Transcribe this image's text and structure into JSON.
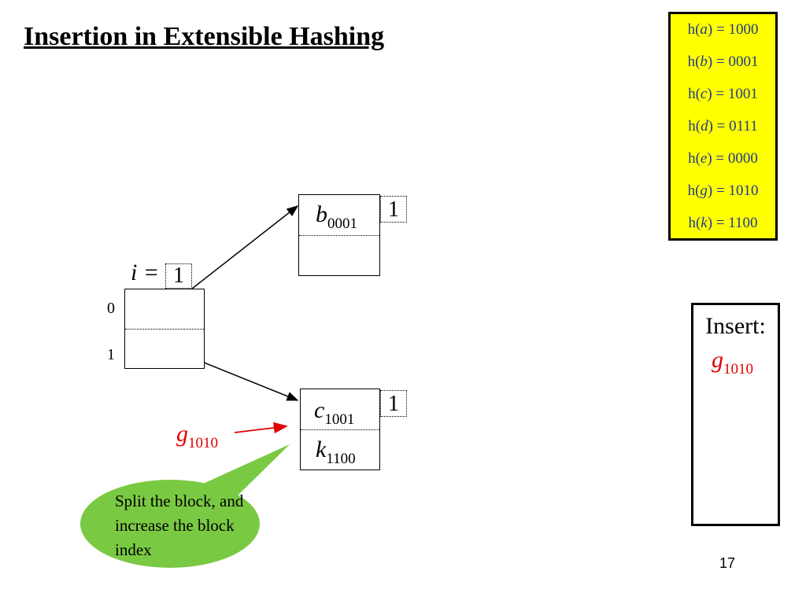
{
  "title": "Insertion in Extensible Hashing",
  "hash_values": [
    {
      "key": "a",
      "value": "1000"
    },
    {
      "key": "b",
      "value": "0001"
    },
    {
      "key": "c",
      "value": "1001"
    },
    {
      "key": "d",
      "value": "0111"
    },
    {
      "key": "e",
      "value": "0000"
    },
    {
      "key": "g",
      "value": "1010"
    },
    {
      "key": "k",
      "value": "1100"
    }
  ],
  "hash_fn": "h",
  "directory": {
    "i_label": "i =",
    "global_depth": "1",
    "slot_labels": [
      "0",
      "1"
    ]
  },
  "buckets": [
    {
      "local_depth": "1",
      "entries": [
        {
          "key": "b",
          "bits": "0001"
        }
      ]
    },
    {
      "local_depth": "1",
      "entries": [
        {
          "key": "c",
          "bits": "1001"
        },
        {
          "key": "k",
          "bits": "1100"
        }
      ]
    }
  ],
  "incoming": {
    "key": "g",
    "bits": "1010"
  },
  "insert_panel": {
    "label": "Insert:",
    "key": "g",
    "bits": "1010"
  },
  "callout": "Split the block, and increase the block index",
  "page_number": "17",
  "colors": {
    "highlight": "#ffff00",
    "insert": "#e00000",
    "callout": "#7ac943",
    "hash_text": "#1f3b8a"
  }
}
